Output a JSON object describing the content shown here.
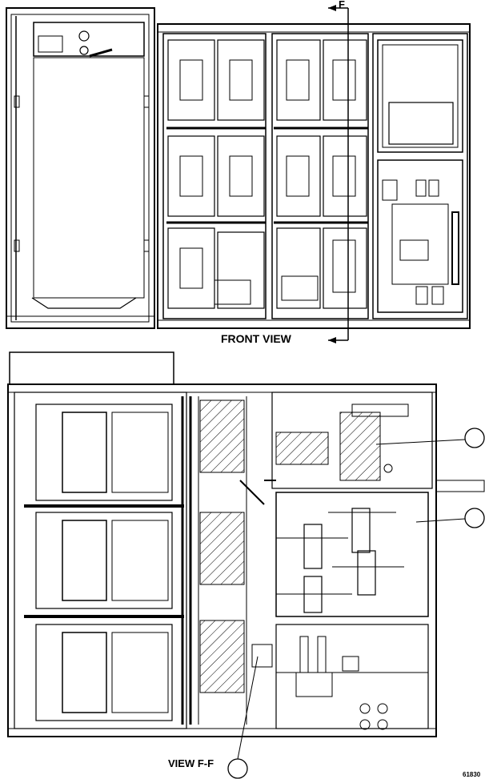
{
  "labels": {
    "section_marker": "F",
    "front_view": "FRONT VIEW",
    "section_view": "VIEW F-F",
    "figure_id": "61830"
  },
  "callouts": [
    {
      "id": "callout-1",
      "text": ""
    },
    {
      "id": "callout-2",
      "text": ""
    },
    {
      "id": "callout-3",
      "text": ""
    }
  ],
  "colors": {
    "line": "#000000",
    "background": "#ffffff"
  }
}
